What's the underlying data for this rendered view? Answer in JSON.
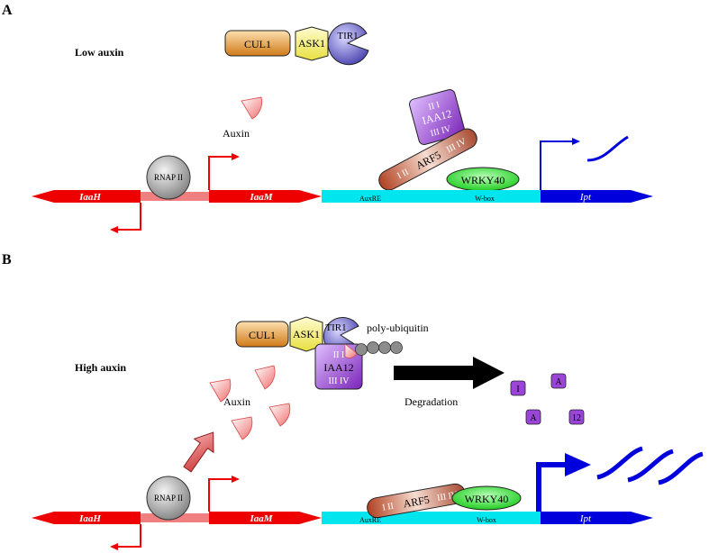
{
  "panels": [
    {
      "letter": "A",
      "condition": "Low auxin",
      "complex": {
        "cul1": "CUL1",
        "ask1": "ASK1",
        "tir1": "TIR1"
      },
      "auxin_label": "Auxin",
      "repressor": {
        "name": "IAA12",
        "domains_top": "II    I",
        "domains_bottom": "III IV"
      },
      "arf": {
        "name": "ARF5",
        "domains_left": "I    II",
        "domains_right": "III  IV"
      },
      "tf": "WRKY40",
      "pol": "RNAP II",
      "genes": {
        "left": "IaaH",
        "mid": "IaaM",
        "right": "Ipt"
      },
      "elements": {
        "auxre": "AuxRE",
        "wbox": "W-box"
      }
    },
    {
      "letter": "B",
      "condition": "High auxin",
      "complex": {
        "cul1": "CUL1",
        "ask1": "ASK1",
        "tir1": "TIR1"
      },
      "auxin_label": "Auxin",
      "ubiquitin_label": "poly-ubiquitin",
      "repressor": {
        "name": "IAA12",
        "domains_top": "II    I",
        "domains_bottom": "III IV"
      },
      "degradation_label": "Degradation",
      "fragments": [
        "I",
        "A",
        "A",
        "12"
      ],
      "arf": {
        "name": "ARF5",
        "domains_left": "I    II",
        "domains_right": "III  IV"
      },
      "tf": "WRKY40",
      "pol": "RNAP II",
      "genes": {
        "left": "IaaH",
        "mid": "IaaM",
        "right": "Ipt"
      },
      "elements": {
        "auxre": "AuxRE",
        "wbox": "W-box"
      }
    }
  ],
  "colors": {
    "red_gene": "#ee0000",
    "pink_link": "#f08080",
    "cyan_promoter": "#00e5ee",
    "blue_gene": "#0000dd",
    "cul1": "#e8902a",
    "ask1": "#f5f06a",
    "tir1": "#6a64c8",
    "iaa12": "#9a44d8",
    "arf5": "#a84830",
    "wrky40": "#33dd33",
    "rnap": "#9a9a9a",
    "auxin": "#f28a8a"
  }
}
